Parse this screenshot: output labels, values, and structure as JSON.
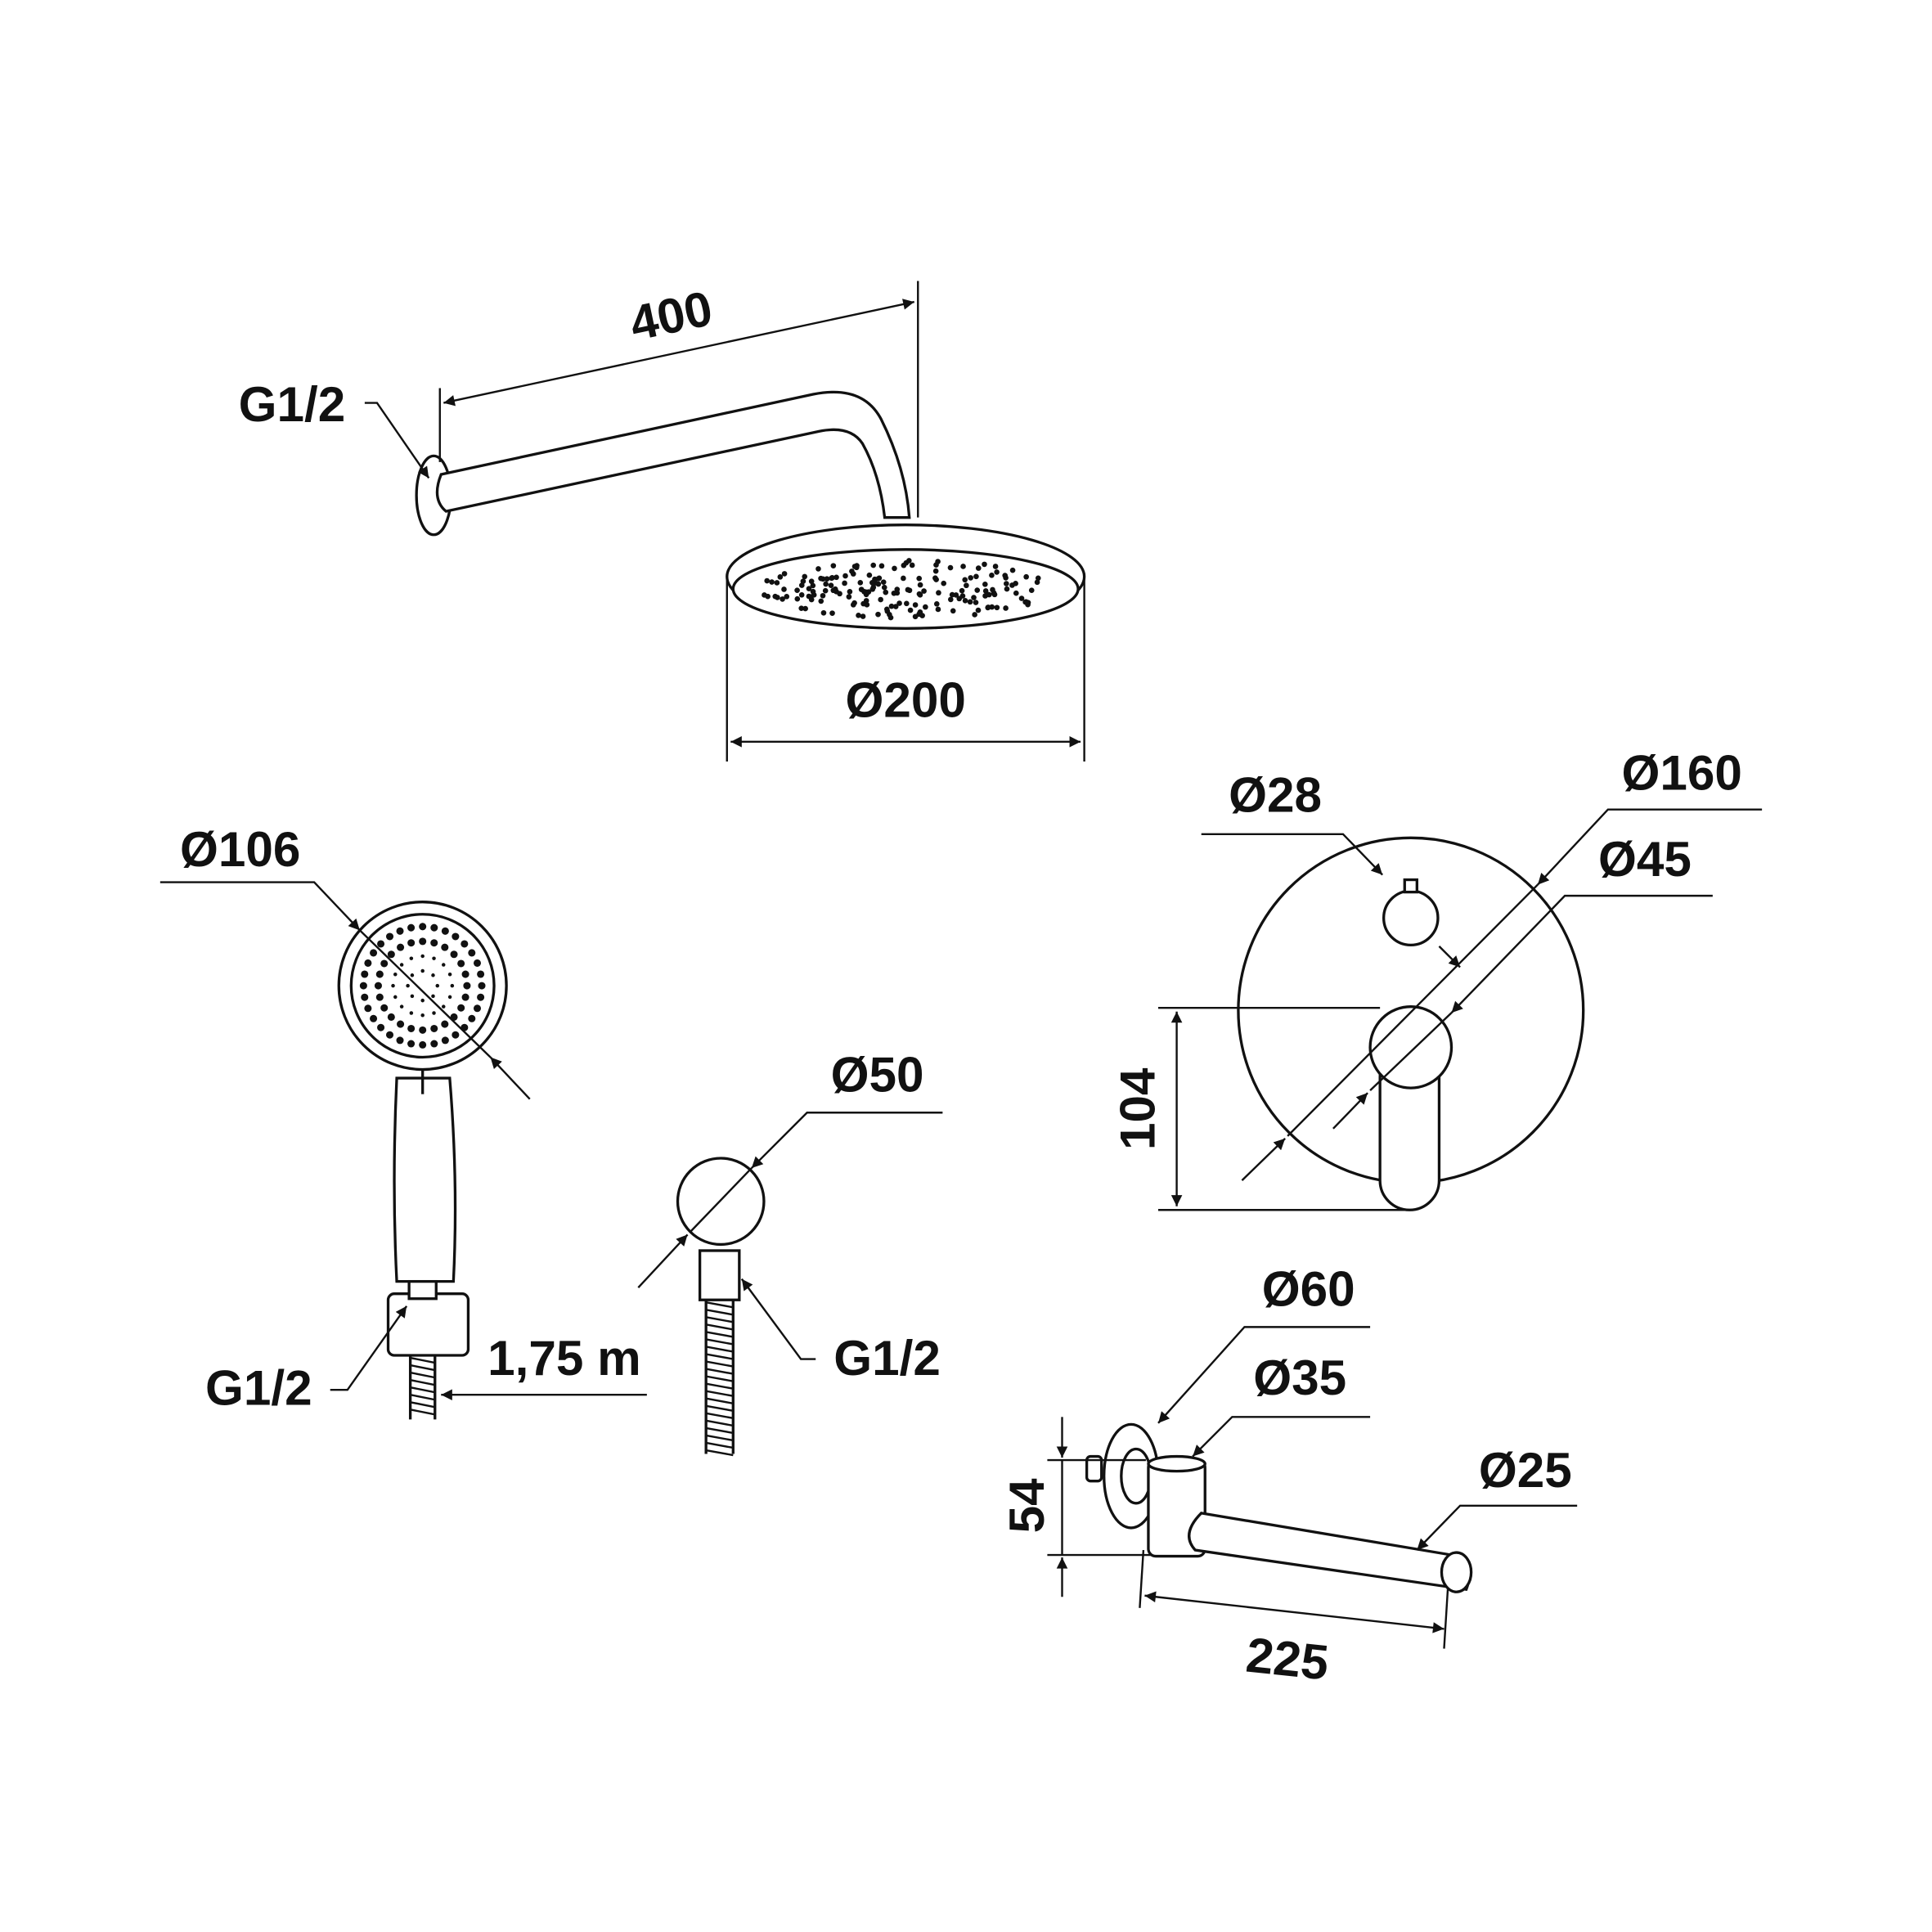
{
  "title": "Shower set dimension drawing",
  "overhead_shower": {
    "arm_length": "400",
    "connection": "G1/2",
    "head_diameter": "Ø200"
  },
  "hand_shower": {
    "head_diameter": "Ø106",
    "connection": "G1/2",
    "hose_length": "1,75 m"
  },
  "wall_outlet": {
    "diameter": "Ø50",
    "connection": "G1/2"
  },
  "mixer": {
    "handle_diameter": "Ø28",
    "plate_diameter": "Ø160",
    "lever_diameter": "Ø45",
    "height": "104"
  },
  "spout": {
    "flange_diameter": "Ø60",
    "body_diameter": "Ø35",
    "pipe_diameter": "Ø25",
    "height": "54",
    "length": "225"
  }
}
